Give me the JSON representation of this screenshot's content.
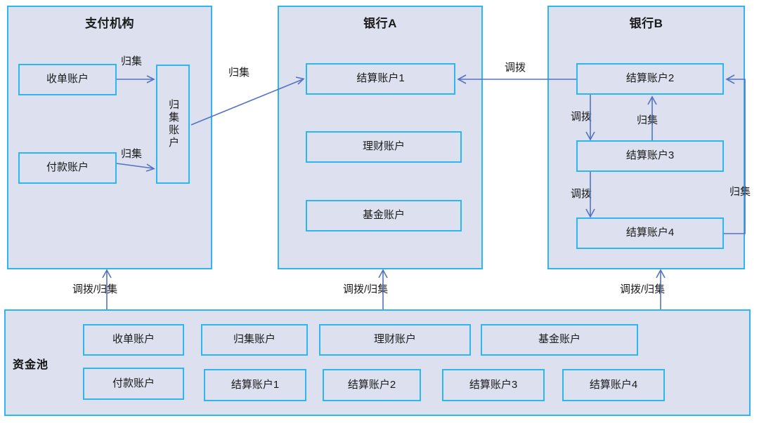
{
  "diagram": {
    "title_payment_org": "支付机构",
    "title_bank_a": "银行A",
    "title_bank_b": "银行B",
    "colors": {
      "group_fill": "#dde0ee",
      "box_border": "#2cb7f0",
      "arrow": "#5472c4",
      "text": "#1a1a1a"
    }
  },
  "payment_org": {
    "title": "支付机构",
    "boxes": {
      "acquiring": "收单账户",
      "payment": "付款账户",
      "concentration": "归集账户"
    },
    "labels": {
      "acquiring_to_pool": "归集",
      "payment_to_pool": "归集"
    }
  },
  "bank_a": {
    "title": "银行A",
    "boxes": {
      "settlement1": "结算账户1",
      "wealth": "理财账户",
      "fund": "基金账户"
    }
  },
  "bank_b": {
    "title": "银行B",
    "boxes": {
      "settlement2": "结算账户2",
      "settlement3": "结算账户3",
      "settlement4": "结算账户4"
    },
    "labels": {
      "s2_to_s3": "调拨",
      "s3_to_s2": "归集",
      "s3_to_s4": "调拨",
      "s4_to_s2": "归集"
    }
  },
  "cross_labels": {
    "org_to_bank_a": "归集",
    "bank_b_to_bank_a": "调拨",
    "pool_to_org": "调拨/归集",
    "pool_to_bank_a": "调拨/归集",
    "pool_to_bank_b": "调拨/归集"
  },
  "pool": {
    "label": "资金池",
    "row1": [
      "收单账户",
      "归集账户",
      "理财账户",
      "基金账户"
    ],
    "row2": [
      "付款账户",
      "结算账户1",
      "结算账户2",
      "结算账户3",
      "结算账户4"
    ]
  }
}
